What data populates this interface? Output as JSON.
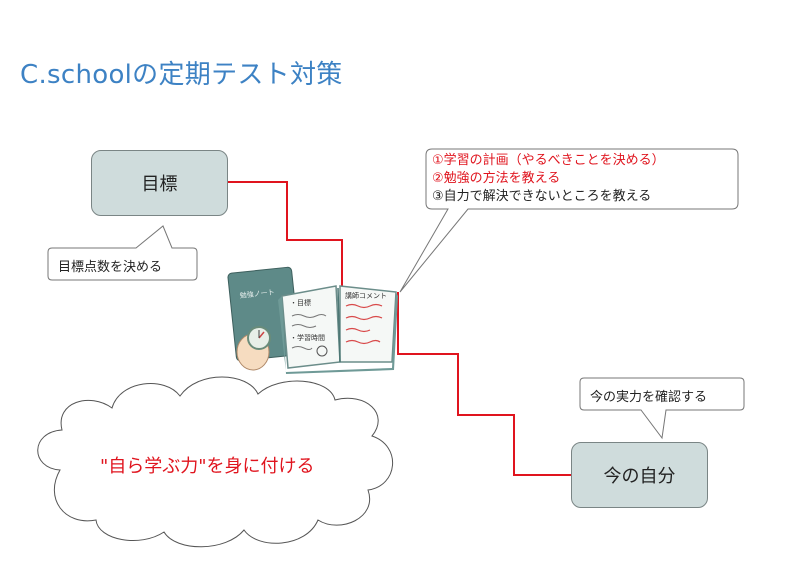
{
  "title": "C.schoolの定期テスト対策",
  "nodes": {
    "goal": "目標",
    "current": "今の自分"
  },
  "callouts": {
    "goal_note": "目標点数を決める",
    "current_note": "今の実力を確認する",
    "steps": [
      "①学習の計画（やるべきことを決める）",
      "②勉強の方法を教える",
      "③自力で解決できないところを教える"
    ]
  },
  "cloud_text": "\"自ら学ぶ力\"を身に付ける",
  "notebook": {
    "cover_label": "勉強ノート",
    "page_heading_left": "・目標",
    "page_heading_left2": "・学習時間",
    "page_heading_right": "講師コメント"
  },
  "colors": {
    "title": "#3d82c4",
    "node_fill": "#cfdcdc",
    "connector": "#e0141e",
    "highlight_text": "#e0141e"
  }
}
